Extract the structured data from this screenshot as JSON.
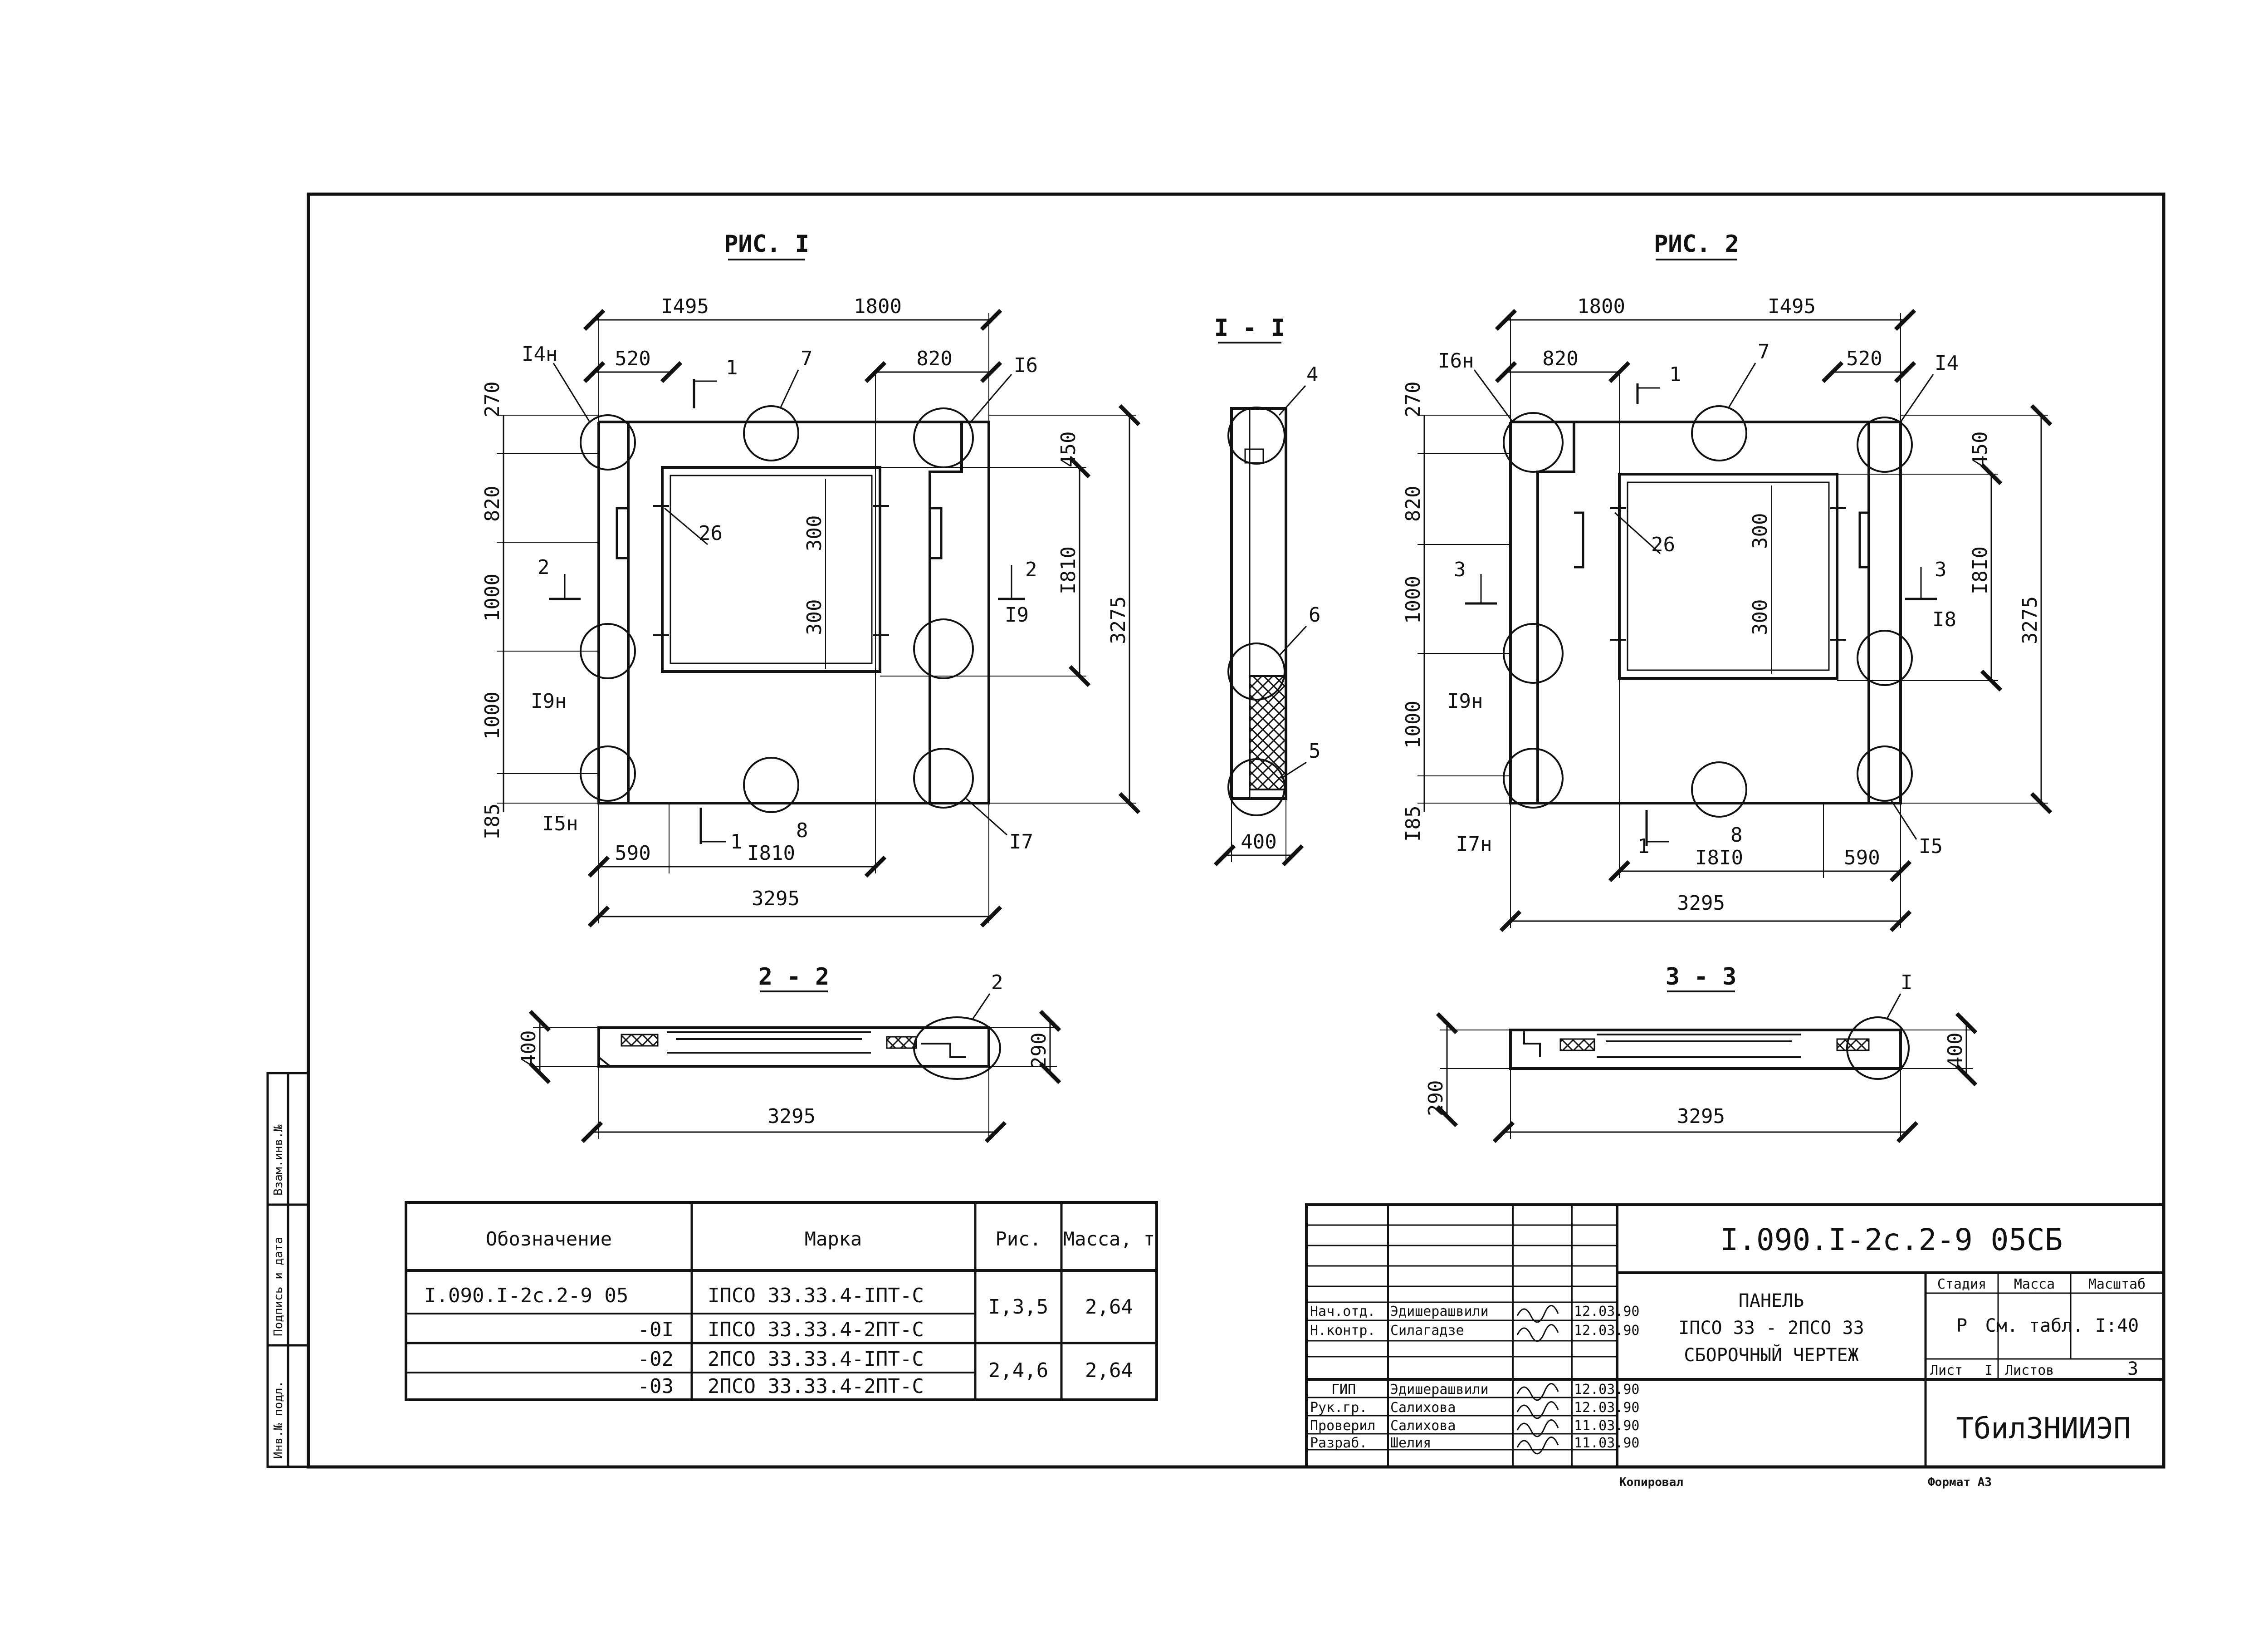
{
  "figure1": {
    "title": "РИС. I",
    "dims_top": [
      "I495",
      "1800",
      "520",
      "820"
    ],
    "dims_left": [
      "270",
      "820",
      "1000",
      "1000",
      "I85"
    ],
    "dims_right": [
      "450",
      "I810",
      "3275"
    ],
    "dims_bottom": [
      "590",
      "I810",
      "3295"
    ],
    "inner_dims": [
      "300",
      "300"
    ],
    "callouts": [
      "I4н",
      "7",
      "I6",
      "26",
      "I9",
      "I9н",
      "I5н",
      "8",
      "I7"
    ],
    "section_marks": [
      "1",
      "2",
      "2",
      "1"
    ]
  },
  "figure2": {
    "title": "РИС. 2",
    "dims_top": [
      "1800",
      "I495",
      "820",
      "520"
    ],
    "dims_left": [
      "270",
      "820",
      "1000",
      "1000",
      "I85"
    ],
    "dims_right": [
      "450",
      "I8I0",
      "3275"
    ],
    "dims_bottom": [
      "I8I0",
      "590",
      "3295"
    ],
    "inner_dims": [
      "300",
      "300"
    ],
    "callouts": [
      "I6н",
      "7",
      "I4",
      "26",
      "I8",
      "I9н",
      "I7н",
      "8",
      "I5"
    ],
    "section_marks": [
      "1",
      "3",
      "3",
      "1"
    ]
  },
  "section_1_1": {
    "title": "I - I",
    "callouts": [
      "4",
      "6",
      "5"
    ],
    "width": "400"
  },
  "section_2_2": {
    "title": "2 - 2",
    "callout": "2",
    "dims": [
      "400",
      "290",
      "3295"
    ]
  },
  "section_3_3": {
    "title": "3 - 3",
    "callout": "I",
    "dims": [
      "290",
      "400",
      "3295"
    ]
  },
  "spec_table": {
    "headers": [
      "Обозначение",
      "Марка",
      "Рис.",
      "Масса, т"
    ],
    "rows": [
      {
        "code": "I.090.I-2с.2-9 05",
        "mark": "IПСО 33.33.4-IПТ-С"
      },
      {
        "code": "-0I",
        "mark": "IПСО 33.33.4-2ПТ-С"
      },
      {
        "code": "-02",
        "mark": "2ПСО 33.33.4-IПТ-С"
      },
      {
        "code": "-03",
        "mark": "2ПСО 33.33.4-2ПТ-С"
      }
    ],
    "groups": [
      {
        "fig": "I,3,5",
        "mass": "2,64"
      },
      {
        "fig": "2,4,6",
        "mass": "2,64"
      }
    ]
  },
  "side_stamp": {
    "labels": [
      "Инв.№ подл.",
      "Подпись и дата",
      "Взам.инв.№"
    ]
  },
  "title_block": {
    "code": "I.090.I-2с.2-9  05СБ",
    "name_lines": [
      "ПАНЕЛЬ",
      "IПСО 33 - 2ПСО 33",
      "СБОРОЧНЫЙ ЧЕРТЕЖ"
    ],
    "col_headers": [
      "Стадия",
      "Масса",
      "Масштаб"
    ],
    "stage": "Р",
    "mass": "См. табл.",
    "scale": "I:40",
    "sheet_label": "Лист",
    "sheet": "I",
    "sheets_label": "Листов",
    "sheets": "3",
    "org": "ТбилЗНИИЭП",
    "people": [
      {
        "role": "Нач.отд.",
        "name": "Эдишерашвили",
        "date": "12.03.90"
      },
      {
        "role": "Н.контр.",
        "name": "Силагадзе",
        "date": "12.03.90"
      },
      {
        "role": "ГИП",
        "name": "Эдишерашвили",
        "date": "12.03.90"
      },
      {
        "role": "Рук.гр.",
        "name": "Салихова",
        "date": "12.03.90"
      },
      {
        "role": "Проверил",
        "name": "Салихова",
        "date": "11.03.90"
      },
      {
        "role": "Разраб.",
        "name": "Шелия",
        "date": "11.03.90"
      }
    ]
  },
  "footer": {
    "copied": "Копировал",
    "format": "Формат А3"
  }
}
